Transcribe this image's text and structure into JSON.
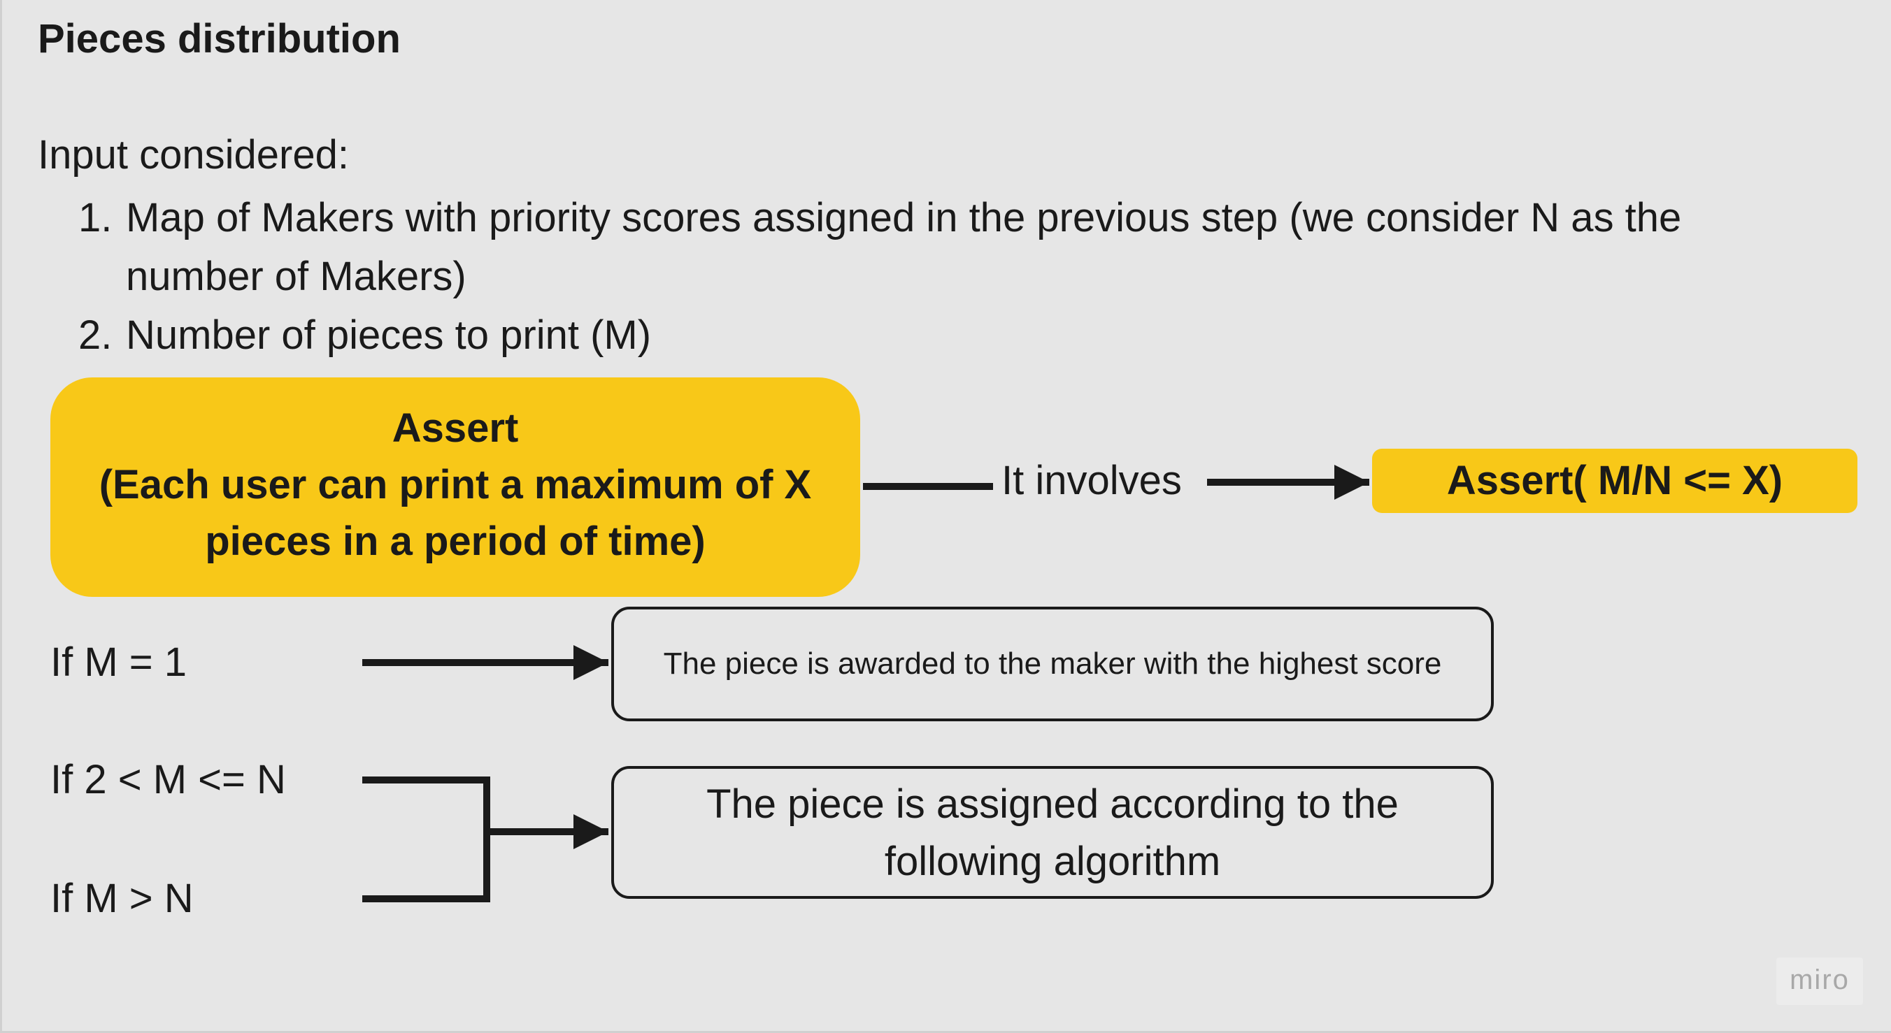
{
  "board": {
    "title": "Pieces distribution",
    "intro": "Input considered:",
    "inputs": [
      {
        "number": "1.",
        "text": "Map of Makers with priority scores assigned in the previous step (we consider N as the number of Makers)"
      },
      {
        "number": "2.",
        "text": "Number of pieces to print (M)"
      }
    ]
  },
  "assert_block": {
    "heading": "Assert",
    "line2": "(Each user can print a maximum of X",
    "line3": "pieces in a period of time)"
  },
  "involves_label": "It involves",
  "assert_formula": "Assert( M/N <= X)",
  "conditions": {
    "m_equals_one": "If M = 1",
    "m_between": "If 2 < M <= N",
    "m_greater": "If M > N"
  },
  "outcomes": {
    "single": "The piece is awarded to the maker with the highest score",
    "algorithm_line1": "The piece is assigned according to the",
    "algorithm_line2": "following algorithm"
  },
  "watermark": "miro",
  "colors": {
    "background": "#e6e6e6",
    "highlight": "#f8c818",
    "stroke": "#1a1a1a"
  }
}
